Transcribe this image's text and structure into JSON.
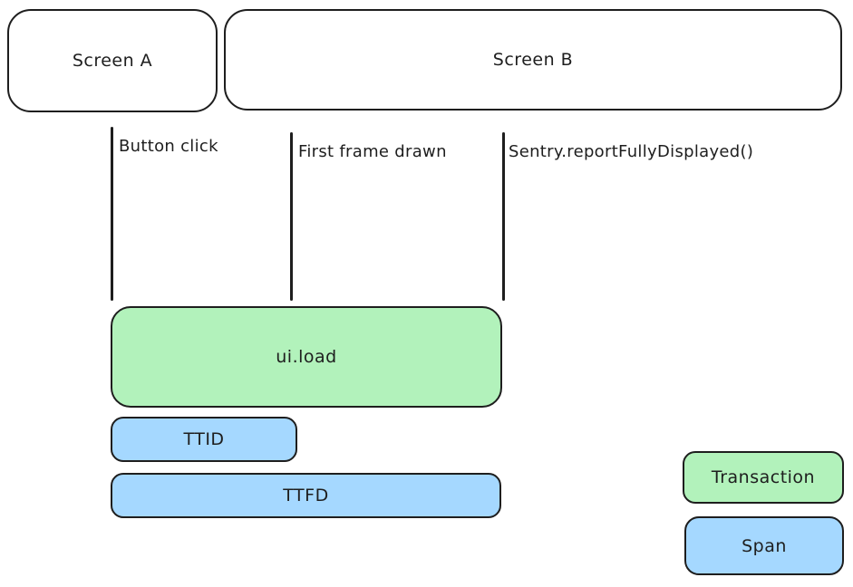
{
  "screens": [
    {
      "label": "Screen A"
    },
    {
      "label": "Screen B"
    }
  ],
  "events": [
    {
      "label": "Button click"
    },
    {
      "label": "First frame drawn"
    },
    {
      "label": "Sentry.reportFullyDisplayed()"
    }
  ],
  "bars": [
    {
      "label": "ui.load",
      "kind": "transaction"
    },
    {
      "label": "TTID",
      "kind": "span"
    },
    {
      "label": "TTFD",
      "kind": "span"
    }
  ],
  "legend": [
    {
      "label": "Transaction",
      "kind": "transaction"
    },
    {
      "label": "Span",
      "kind": "span"
    }
  ],
  "colors": {
    "transaction_fill": "#b2f2bb",
    "span_fill": "#a5d8ff",
    "stroke": "#1e1e1e"
  }
}
